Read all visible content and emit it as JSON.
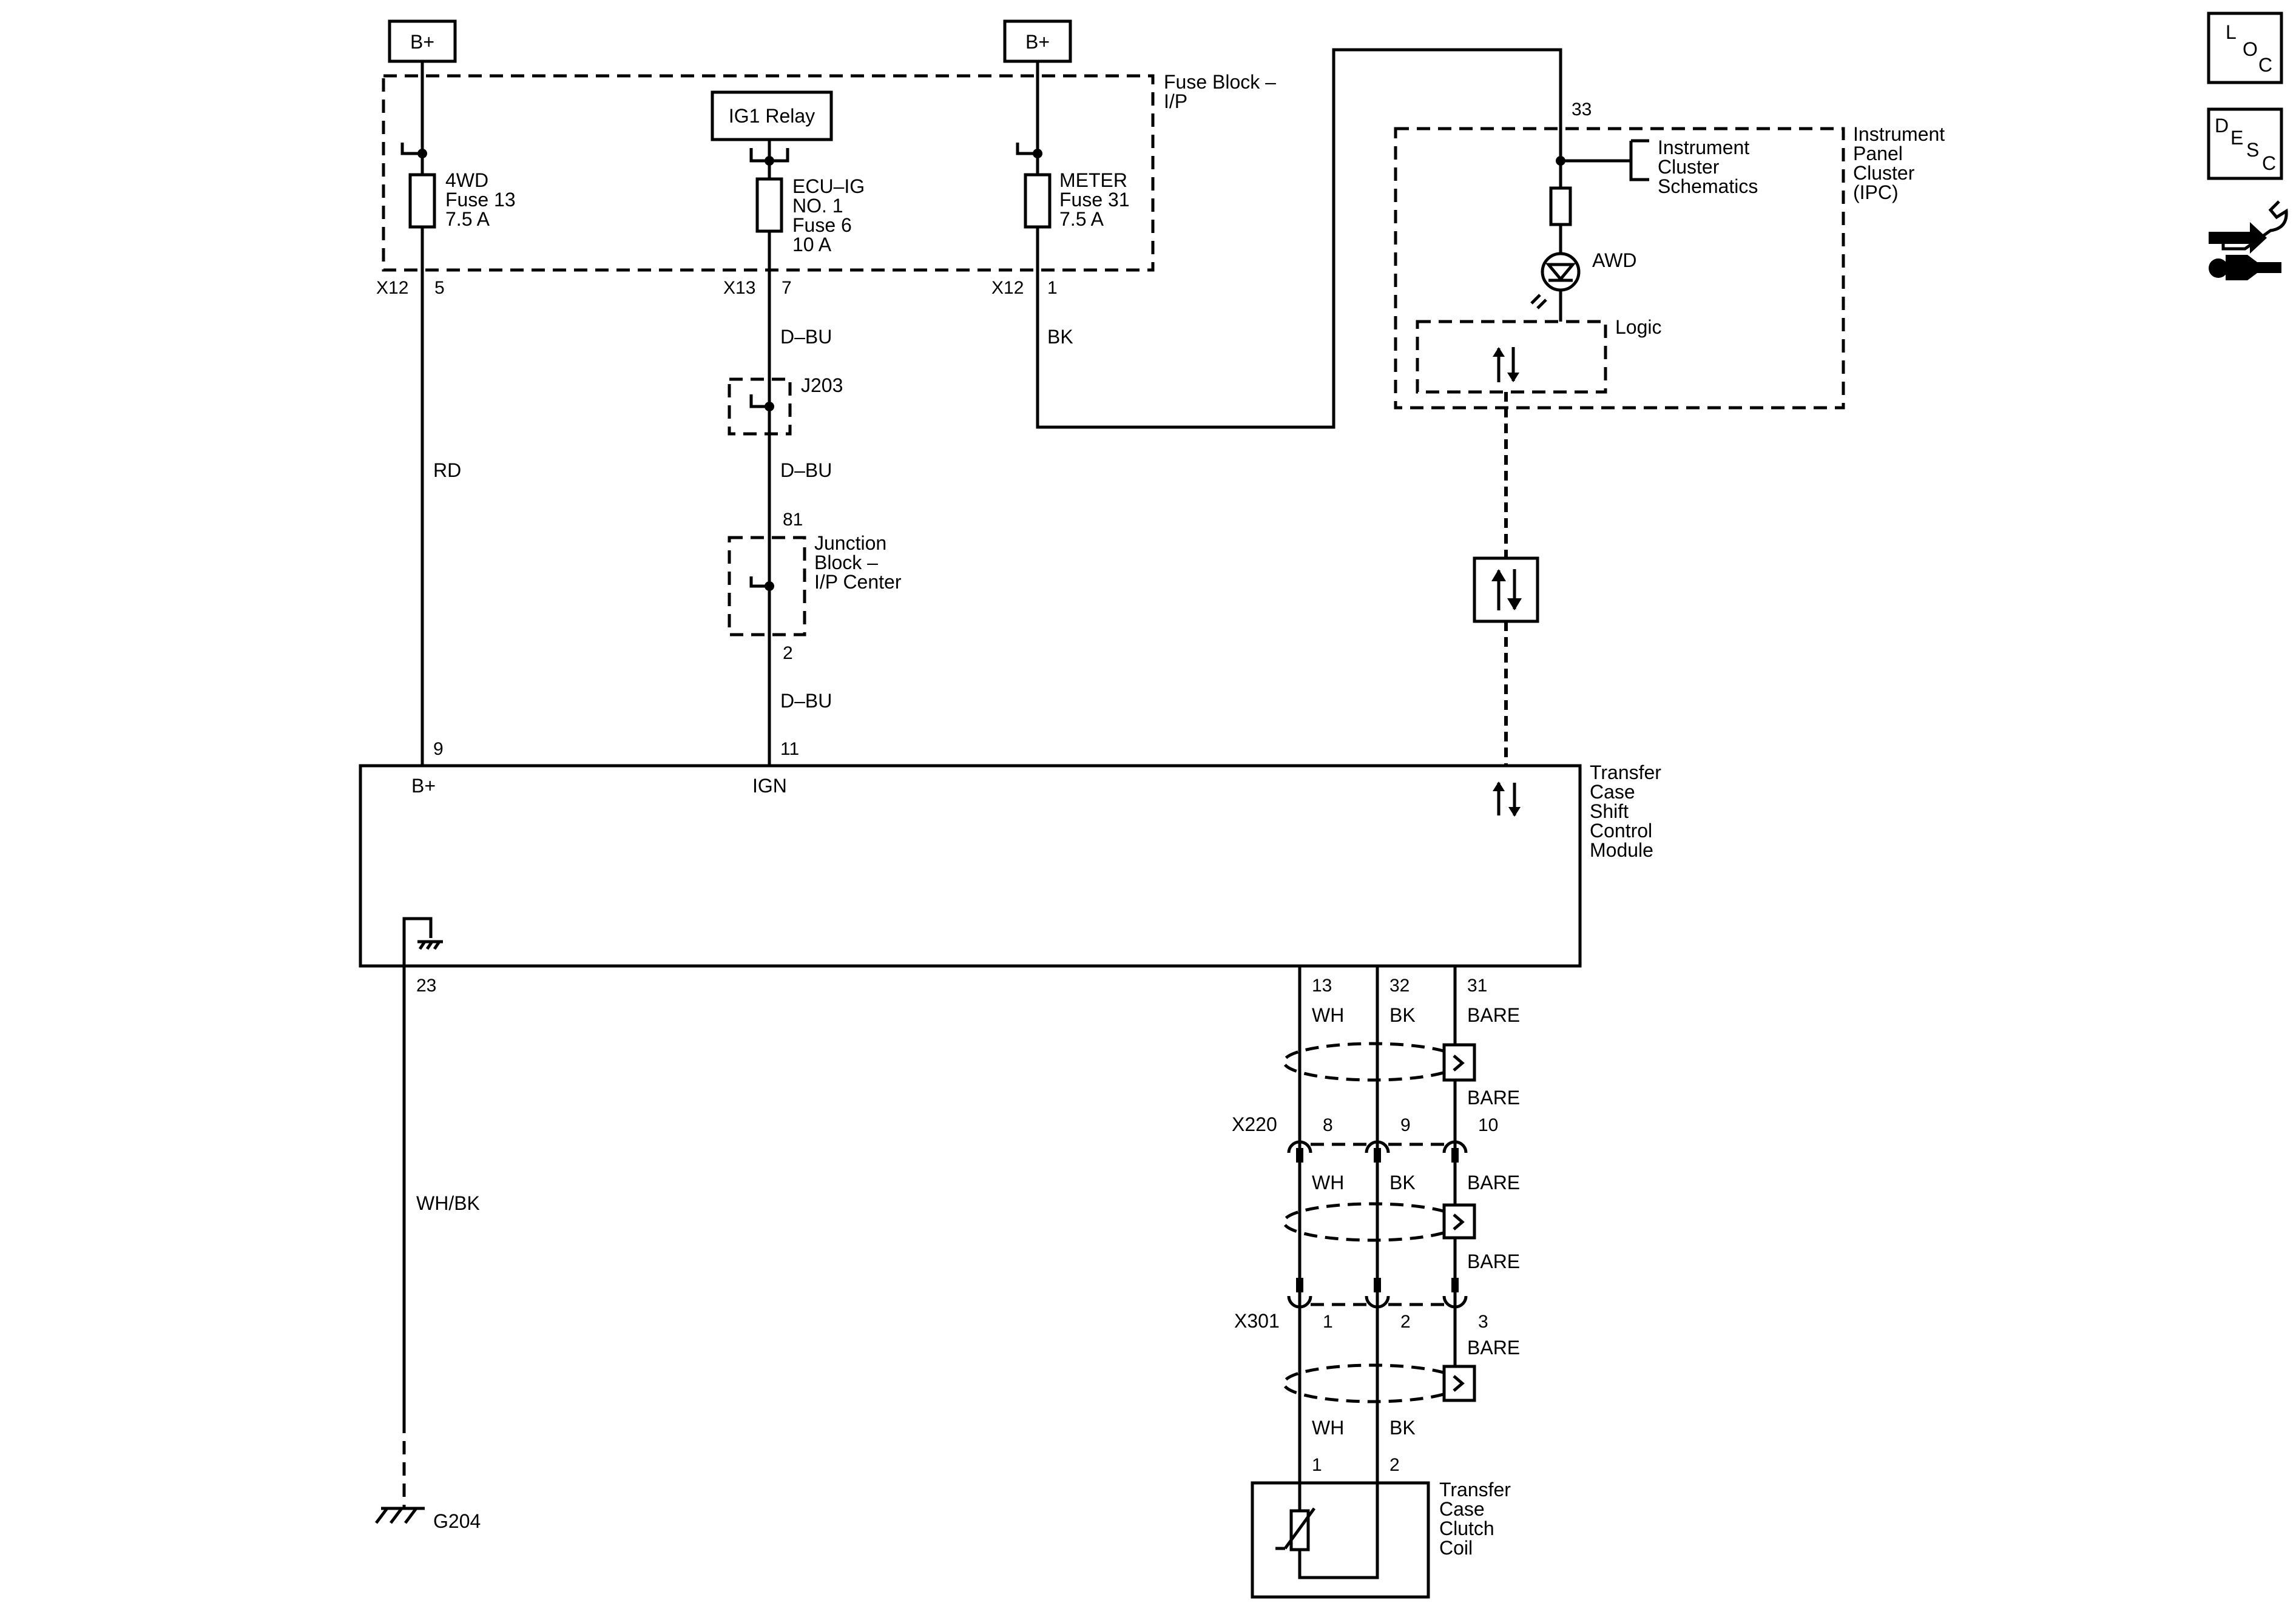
{
  "power": {
    "b_plus_left": "B+",
    "b_plus_right": "B+",
    "relay": "IG1 Relay"
  },
  "fuse_block": {
    "name": "Fuse Block –",
    "name_line2": "I/P"
  },
  "fuses": [
    {
      "name": "4WD",
      "number": "Fuse 13",
      "rating": "7.5 A",
      "connector": "X12",
      "pin": "5"
    },
    {
      "name": "ECU–IG",
      "name_line2": "NO. 1",
      "number": "Fuse 6",
      "rating": "10 A",
      "connector": "X13",
      "pin": "7"
    },
    {
      "name": "METER",
      "number": "Fuse 31",
      "rating": "7.5 A",
      "connector": "X12",
      "pin": "1"
    }
  ],
  "wires": {
    "rd": "RD",
    "dbu_1": "D–BU",
    "dbu_2": "D–BU",
    "dbu_3": "D–BU",
    "bk_meter": "BK",
    "whbk": "WH/BK",
    "wh_1": "WH",
    "bk_1": "BK",
    "bare_1": "BARE",
    "bare_2": "BARE",
    "wh_2": "WH",
    "bk_2": "BK",
    "bare_3": "BARE",
    "bare_4": "BARE",
    "bare_5": "BARE",
    "wh_3": "WH",
    "bk_3": "BK"
  },
  "splice": {
    "name": "J203"
  },
  "junction_block": {
    "name": "Junction",
    "name_line2": "Block –",
    "name_line3": "I/P Center",
    "pin_in": "81",
    "pin_out": "2"
  },
  "ipc": {
    "name": "Instrument",
    "name_line2": "Panel",
    "name_line3": "Cluster",
    "name_line4": "(IPC)",
    "pin": "33",
    "ref": "Instrument",
    "ref_line2": "Cluster",
    "ref_line3": "Schematics",
    "lamp": "AWD",
    "logic": "Logic"
  },
  "module": {
    "name": "Transfer",
    "name_line2": "Case",
    "name_line3": "Shift",
    "name_line4": "Control",
    "name_line5": "Module",
    "pin_bplus": "9",
    "label_bplus": "B+",
    "pin_ign": "11",
    "label_ign": "IGN",
    "pin_ground": "23",
    "pin_13": "13",
    "pin_32": "32",
    "pin_31": "31"
  },
  "connectors": {
    "x220": {
      "name": "X220",
      "pins": [
        "8",
        "9",
        "10"
      ]
    },
    "x301": {
      "name": "X301",
      "pins": [
        "1",
        "2",
        "3"
      ]
    }
  },
  "ground": {
    "name": "G204"
  },
  "coil": {
    "name": "Transfer",
    "name_line2": "Case",
    "name_line3": "Clutch",
    "name_line4": "Coil",
    "pin_1": "1",
    "pin_2": "2"
  },
  "nav": {
    "loc_1": "L",
    "loc_2": "O",
    "loc_3": "C",
    "desc_1": "D",
    "desc_2": "E",
    "desc_3": "S",
    "desc_4": "C"
  }
}
